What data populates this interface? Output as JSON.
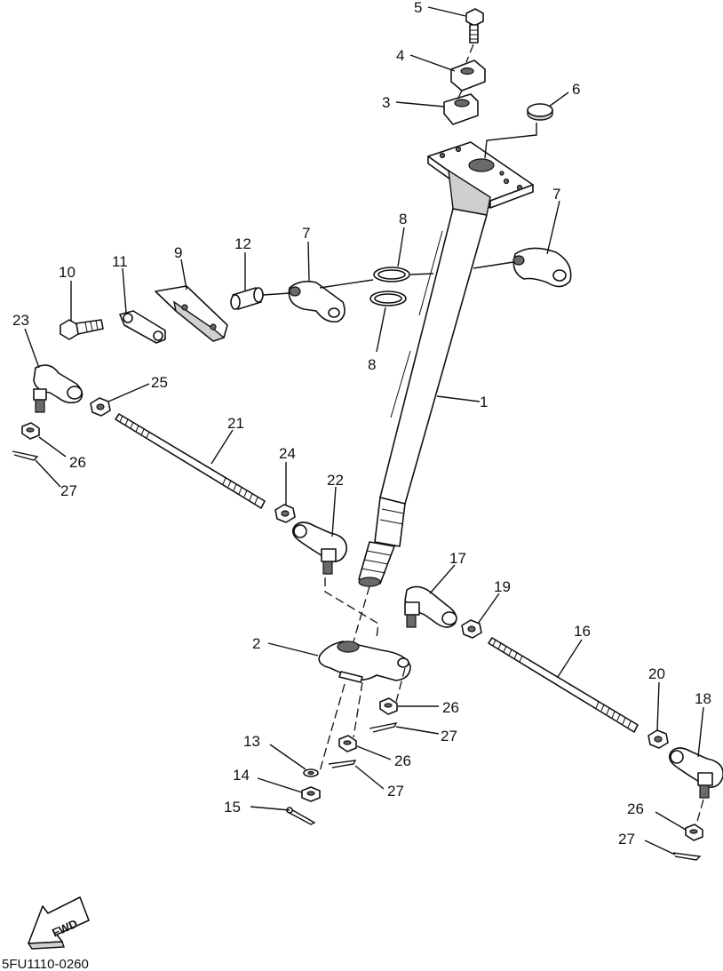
{
  "diagram": {
    "drawing_code": "5FU1110-0260",
    "direction_arrow": "FWD",
    "callouts": {
      "n1": "1",
      "n2": "2",
      "n3": "3",
      "n4": "4",
      "n5": "5",
      "n6": "6",
      "n7": "7",
      "n8": "8",
      "n9": "9",
      "n10": "10",
      "n11": "11",
      "n12": "12",
      "n13": "13",
      "n14": "14",
      "n15": "15",
      "n16": "16",
      "n17": "17",
      "n18": "18",
      "n19": "19",
      "n20": "20",
      "n21": "21",
      "n22": "22",
      "n23": "23",
      "n24": "24",
      "n25": "25",
      "n26": "26",
      "n27": "27"
    }
  }
}
